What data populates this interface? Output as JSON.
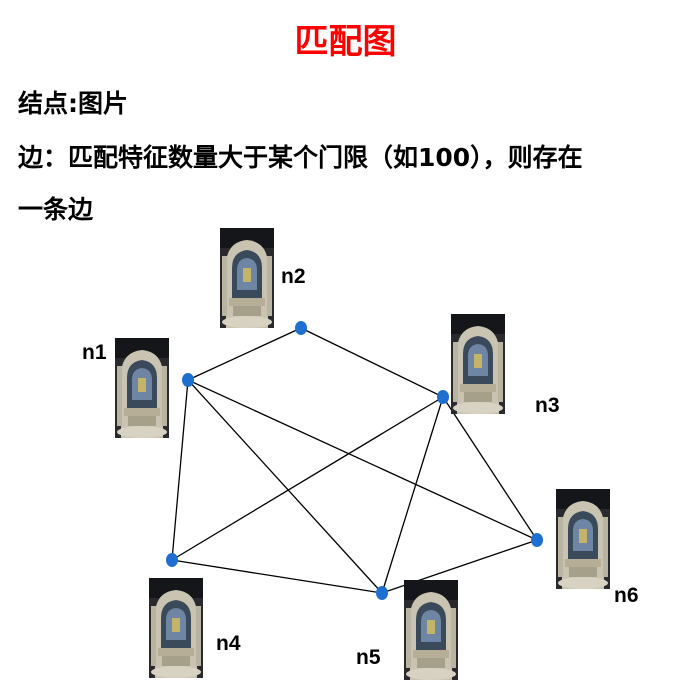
{
  "title": "匹配图",
  "node_line": "结点:图片",
  "edge_line_1": "边：匹配特征数量大于某个门限（如100），则存在",
  "edge_line_2": "一条边",
  "colors": {
    "title": "#ff0000",
    "node": "#1f6fd1",
    "edge": "#000000"
  },
  "graph": {
    "nodes": [
      {
        "id": "n1",
        "label": "n1",
        "icon": "fountain-photo"
      },
      {
        "id": "n2",
        "label": "n2",
        "icon": "fountain-photo"
      },
      {
        "id": "n3",
        "label": "n3",
        "icon": "fountain-photo"
      },
      {
        "id": "n4",
        "label": "n4",
        "icon": "fountain-photo"
      },
      {
        "id": "n5",
        "label": "n5",
        "icon": "fountain-photo"
      },
      {
        "id": "n6",
        "label": "n6",
        "icon": "fountain-photo"
      }
    ],
    "edges": [
      [
        "n1",
        "n2"
      ],
      [
        "n2",
        "n3"
      ],
      [
        "n1",
        "n4"
      ],
      [
        "n1",
        "n5"
      ],
      [
        "n1",
        "n6"
      ],
      [
        "n3",
        "n4"
      ],
      [
        "n3",
        "n5"
      ],
      [
        "n3",
        "n6"
      ],
      [
        "n4",
        "n5"
      ],
      [
        "n5",
        "n6"
      ]
    ]
  }
}
